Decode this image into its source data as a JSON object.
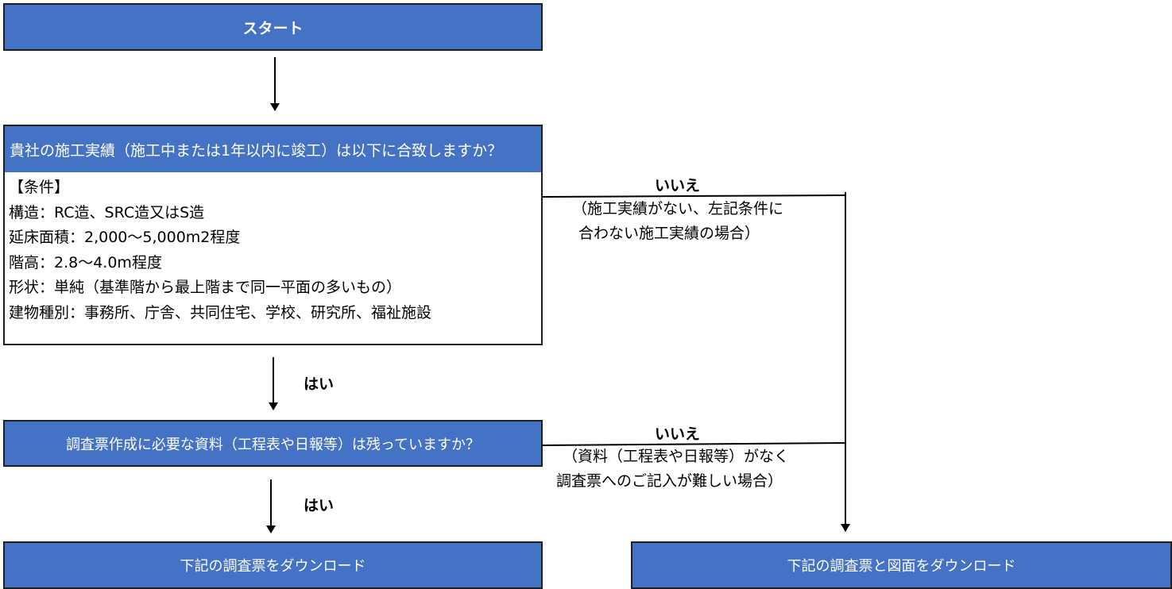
{
  "start": {
    "label": "スタート"
  },
  "question1": {
    "header": "貴社の施工実績（施工中または1年以内に竣工）は以下に合致しますか？",
    "conditions": [
      "【条件】",
      "構造：RC造、SRC造又はS造",
      "延床面積：2,000～5,000m2程度",
      "階高：2.8～4.0m程度",
      "形状：単純（基準階から最上階まで同一平面の多いもの）",
      "建物種別：事務所、庁舎、共同住宅、学校、研究所、福祉施設"
    ]
  },
  "question2": {
    "text": "調査票作成に必要な資料（工程表や日報等）は残っていますか？"
  },
  "branches": {
    "yes1": "はい",
    "yes2": "はい",
    "no1": {
      "label": "いいえ",
      "note_lines": [
        "（施工実績がない、左記条件に",
        "合わない施工実績の場合）"
      ]
    },
    "no2": {
      "label": "いいえ",
      "note_lines": [
        "（資料（工程表や日報等）がなく",
        "調査票へのご記入が難しい場合）"
      ]
    }
  },
  "results": {
    "left": "下記の調査票をダウンロード",
    "right": "下記の調査票と図面をダウンロード"
  },
  "colors": {
    "box_fill": "#4472c4",
    "box_text": "#ffffff",
    "line": "#000000"
  }
}
